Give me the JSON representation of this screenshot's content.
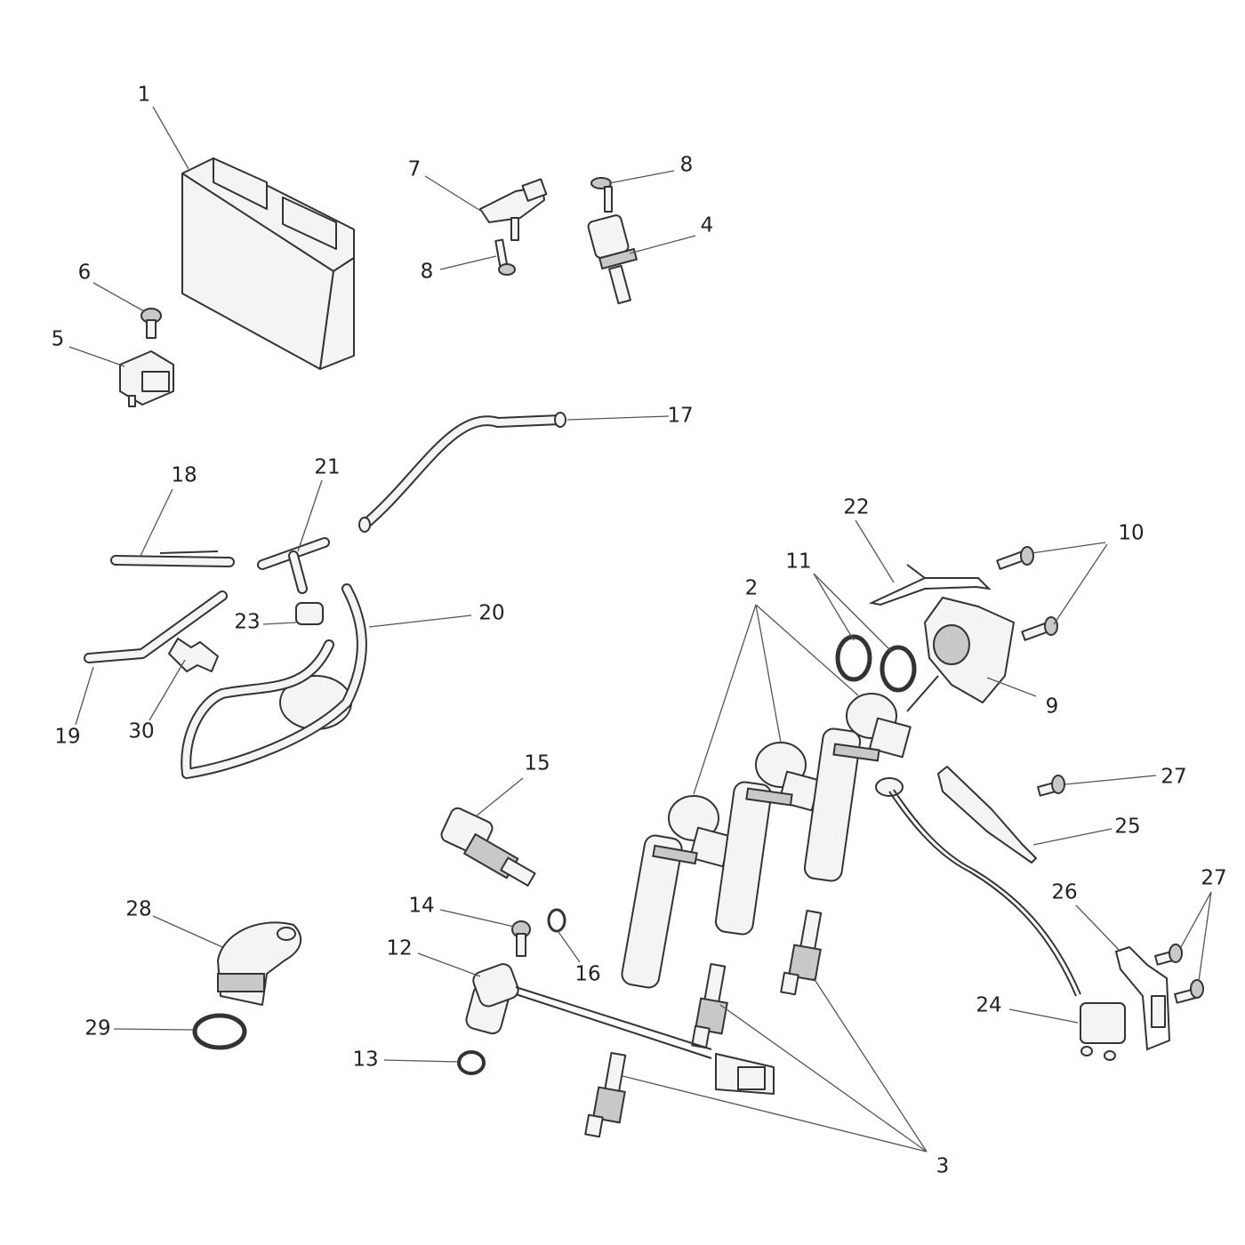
{
  "colors": {
    "line": "#333333",
    "part_fill": "#f4f4f4",
    "background": "#ffffff"
  },
  "callouts": [
    {
      "id": "c1",
      "label": "1"
    },
    {
      "id": "c2",
      "label": "2"
    },
    {
      "id": "c3",
      "label": "3"
    },
    {
      "id": "c4",
      "label": "4"
    },
    {
      "id": "c5",
      "label": "5"
    },
    {
      "id": "c6",
      "label": "6"
    },
    {
      "id": "c7",
      "label": "7"
    },
    {
      "id": "c8a",
      "label": "8"
    },
    {
      "id": "c8b",
      "label": "8"
    },
    {
      "id": "c9",
      "label": "9"
    },
    {
      "id": "c10",
      "label": "10"
    },
    {
      "id": "c11",
      "label": "11"
    },
    {
      "id": "c12",
      "label": "12"
    },
    {
      "id": "c13",
      "label": "13"
    },
    {
      "id": "c14",
      "label": "14"
    },
    {
      "id": "c15",
      "label": "15"
    },
    {
      "id": "c16",
      "label": "16"
    },
    {
      "id": "c17",
      "label": "17"
    },
    {
      "id": "c18",
      "label": "18"
    },
    {
      "id": "c19",
      "label": "19"
    },
    {
      "id": "c20",
      "label": "20"
    },
    {
      "id": "c21",
      "label": "21"
    },
    {
      "id": "c22",
      "label": "22"
    },
    {
      "id": "c23",
      "label": "23"
    },
    {
      "id": "c24",
      "label": "24"
    },
    {
      "id": "c25",
      "label": "25"
    },
    {
      "id": "c26",
      "label": "26"
    },
    {
      "id": "c27a",
      "label": "27"
    },
    {
      "id": "c27b",
      "label": "27"
    },
    {
      "id": "c28",
      "label": "28"
    },
    {
      "id": "c29",
      "label": "29"
    },
    {
      "id": "c30",
      "label": "30"
    }
  ]
}
